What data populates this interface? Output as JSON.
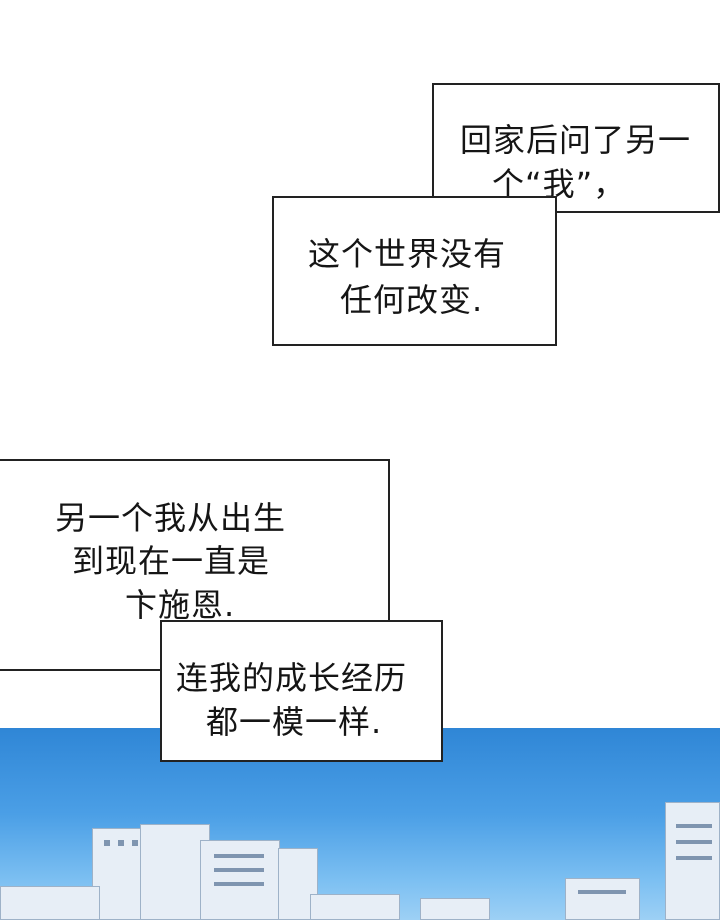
{
  "bubbles": [
    {
      "id": "bubble-1",
      "lines": [
        "回家后问了另一",
        "个“我”，"
      ]
    },
    {
      "id": "bubble-2",
      "lines": [
        "这个世界没有",
        "任何改变."
      ]
    },
    {
      "id": "bubble-3",
      "lines": [
        "另一个我从出生",
        "到现在一直是",
        "卞施恩."
      ]
    },
    {
      "id": "bubble-4",
      "lines": [
        "连我的成长经历",
        "都一模一样."
      ]
    }
  ],
  "colors": {
    "sky_top": "#2f86d6",
    "sky_bottom": "#9dd0f5",
    "building": "#e7eef6",
    "border": "#222222"
  }
}
